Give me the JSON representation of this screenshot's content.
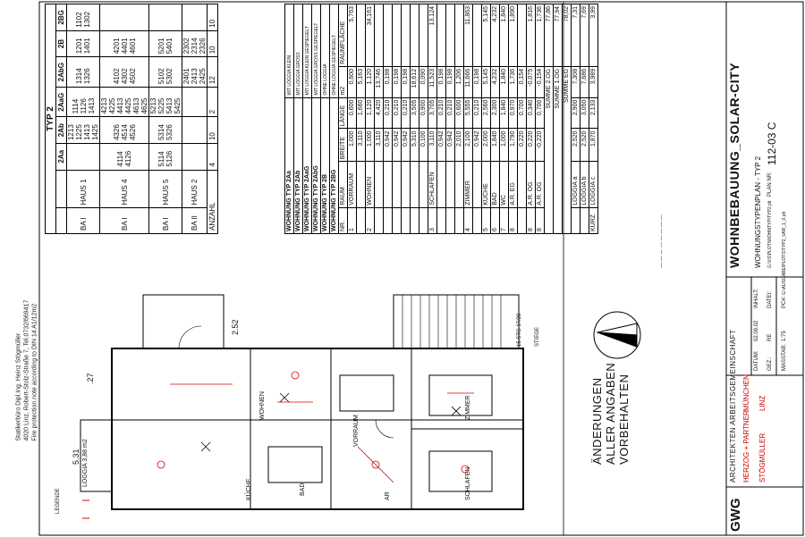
{
  "notes": {
    "line1": "Statikerbüro Dipl.Ing. Heinz Stögmüller",
    "line2": "4020 Linz, Robert-Stolz-Straße 7, Tel.0732/669417",
    "line3": "Fire protection note according to DIN 14 A1/12m2"
  },
  "plan": {
    "loggia_label": "LOGGIA",
    "loggia_area": "3,88 m2",
    "dim_a": "2.52",
    "dim_b": "5.31",
    "stairs_label": "STIEGE",
    "stair_dims": "15 STG 17/28",
    "room_labels": [
      "WOHNEN",
      "VORRAUM",
      "KÜCHE",
      "BAD",
      "SCHLAFEN",
      "ZIMMER",
      "AR"
    ],
    "dim_c": ".27",
    "legend_label": "LEGENDE"
  },
  "changes": {
    "line1": "ÄNDERUNGEN",
    "line2": "ALLER ANGABEN",
    "line3": "VORBEHALTEN"
  },
  "typ2": {
    "title": "TYP 2",
    "headers": [
      "2Aa",
      "2Ab",
      "2AaG",
      "2AbG",
      "2B",
      "2BG"
    ],
    "rows": [
      {
        "house": "HAUS 1",
        "group": "BA I",
        "cells": [
          "",
          "1213\n1225\n1413\n1425",
          "1114\n1126\n1413",
          "1314\n1326",
          "1201\n1401",
          "1102\n1302"
        ]
      },
      {
        "house": "HAUS 4",
        "group": "BA I",
        "cells": [
          "4114\n4126",
          "4326\n4514\n4526",
          "4213\n4225\n4413\n4425\n4613\n4625",
          "4102\n4302\n4502",
          "4201\n4401\n4601",
          ""
        ]
      },
      {
        "house": "HAUS 5",
        "group": "BA I",
        "cells": [
          "5114\n5126",
          "5314\n5326",
          "5213\n5225\n5413\n5425",
          "5102\n5302",
          "5201\n5401",
          ""
        ]
      },
      {
        "house": "HAUS 2",
        "group": "BA II",
        "cells": [
          "",
          "",
          "",
          "2401\n2413\n2425",
          "2302\n2314\n2326",
          ""
        ]
      }
    ],
    "count_label": "ANZAHL",
    "counts": [
      "4",
      "10",
      "2",
      "12",
      "10",
      "10"
    ]
  },
  "rooms": {
    "types": [
      {
        "name": "WOHNUNG TYP 2Aa",
        "note": "MIT LOGGIA KLEIN"
      },
      {
        "name": "WOHNUNG TYP 2Ab",
        "note": "MIT LOGGIA GROSS"
      },
      {
        "name": "WOHNUNG TYP 2AaG",
        "note": "MIT LOGGIA KLEIN GESPIEGELT"
      },
      {
        "name": "WOHNUNG TYP 2AbG",
        "note": "MIT LOGGIA GROSS GESPIEGELT"
      },
      {
        "name": "WOHNUNG TYP 2B",
        "note": "OHNE LOGGIA"
      },
      {
        "name": "WOHNUNG TYP 2BG",
        "note": "OHNE LOGGIA GESPIEGELT"
      }
    ],
    "header": [
      "NR.",
      "RAUM",
      "BREITE",
      "LÄNGE",
      "m2",
      "RAUMFLÄCHE"
    ],
    "lines": [
      [
        "1",
        "VORRAUM",
        "1,000",
        "0,600",
        "0,600",
        "5,763"
      ],
      [
        "",
        "",
        "3,110",
        "1,660",
        "5,163",
        ""
      ],
      [
        "2",
        "WOHNEN",
        "1,000",
        "1,120",
        "1,120",
        "34,161"
      ],
      [
        "",
        "",
        "3,110",
        "4,420",
        "13,746",
        ""
      ],
      [
        "",
        "",
        "0,942",
        "0,210",
        "0,198",
        ""
      ],
      [
        "",
        "",
        "0,942",
        "0,210",
        "0,198",
        ""
      ],
      [
        "",
        "",
        "0,942",
        "0,210",
        "0,198",
        ""
      ],
      [
        "",
        "",
        "5,310",
        "3,505",
        "18,612",
        ""
      ],
      [
        "",
        "",
        "0,100",
        "0,900",
        "0,090",
        ""
      ],
      [
        "3",
        "SCHLAFEN",
        "3,110",
        "3,705",
        "11,523",
        "13,124"
      ],
      [
        "",
        "",
        "0,942",
        "0,210",
        "0,198",
        ""
      ],
      [
        "",
        "",
        "0,942",
        "0,210",
        "0,198",
        ""
      ],
      [
        "",
        "",
        "2,010",
        "0,600",
        "1,206",
        ""
      ],
      [
        "4",
        "ZIMMER",
        "2,100",
        "5,555",
        "11,666",
        "11,863"
      ],
      [
        "",
        "",
        "0,942",
        "0,210",
        "0,198",
        ""
      ],
      [
        "5",
        "KÜCHE",
        "2,000",
        "2,560",
        "5,145",
        "5,145"
      ],
      [
        "6",
        "BAD",
        "1,840",
        "2,300",
        "4,232",
        "4,232"
      ],
      [
        "7",
        "WC",
        "1,000",
        "1,840",
        "1,840",
        "1,840"
      ],
      [
        "8",
        "A.R. EG",
        "1,790",
        "0,970",
        "1,736",
        "1,890"
      ],
      [
        "",
        "",
        "0,220",
        "0,700",
        "0,154",
        ""
      ],
      [
        "8",
        "A.R. OG",
        "0,220",
        "0,340",
        "-0,075",
        "1,816"
      ],
      [
        "8",
        "A.R. OG",
        "-0,220",
        "0,700",
        "-0,154",
        "1,736"
      ]
    ],
    "sum_og_label": "SUMME 2.OG",
    "sum_og": "77,86",
    "sum_1og_label": "SUMME 1.OG",
    "sum_1og": "77,94",
    "sum_eg_label": "SUMME EG",
    "sum_eg": "78,02",
    "loggia": [
      [
        "",
        "LOGGIA a",
        "2,520",
        "2,900",
        "7,308",
        "7,31"
      ],
      [
        "",
        "LOGGIA b",
        "2,520",
        "3,050",
        "7,686",
        "7,69"
      ],
      [
        "KURZ",
        "LOGGIA c",
        "1,870",
        "2,133",
        "3,989",
        "3,99"
      ]
    ]
  },
  "titleblock": {
    "logo": "GWG",
    "firm_line": "ARCHITEKTEN ARBEITSGEMEINSCHAFT",
    "partner1": "HERZOG + PARTNER",
    "city1": "MÜNCHEN",
    "partner2": "STÖGMÜLLER",
    "city2": "LINZ",
    "project": "WOHNBEBAUUNG_SOLAR-CITY",
    "datum_label": "DATUM:",
    "datum": "02.09.02",
    "inhalt_label": "INHALT:",
    "inhalt": "WOHNUNGSTYPENPLAN - TYP 2",
    "gez_label": "GEZ.:",
    "gez": "RE",
    "datei_label": "DATEI:",
    "datei": "G:\\VS\\PLOT\\WOHNTYP\\TYP2.plt",
    "plannr_label": "PLAN NR:",
    "plannr": "112-03 C",
    "massstab_label": "MASSTAB:",
    "massstab": "1:75",
    "pc_label": "PC#:",
    "pc": "G:\\AUSGABE\\PLOTS\\TYP2_VAR_1_0.plt"
  }
}
